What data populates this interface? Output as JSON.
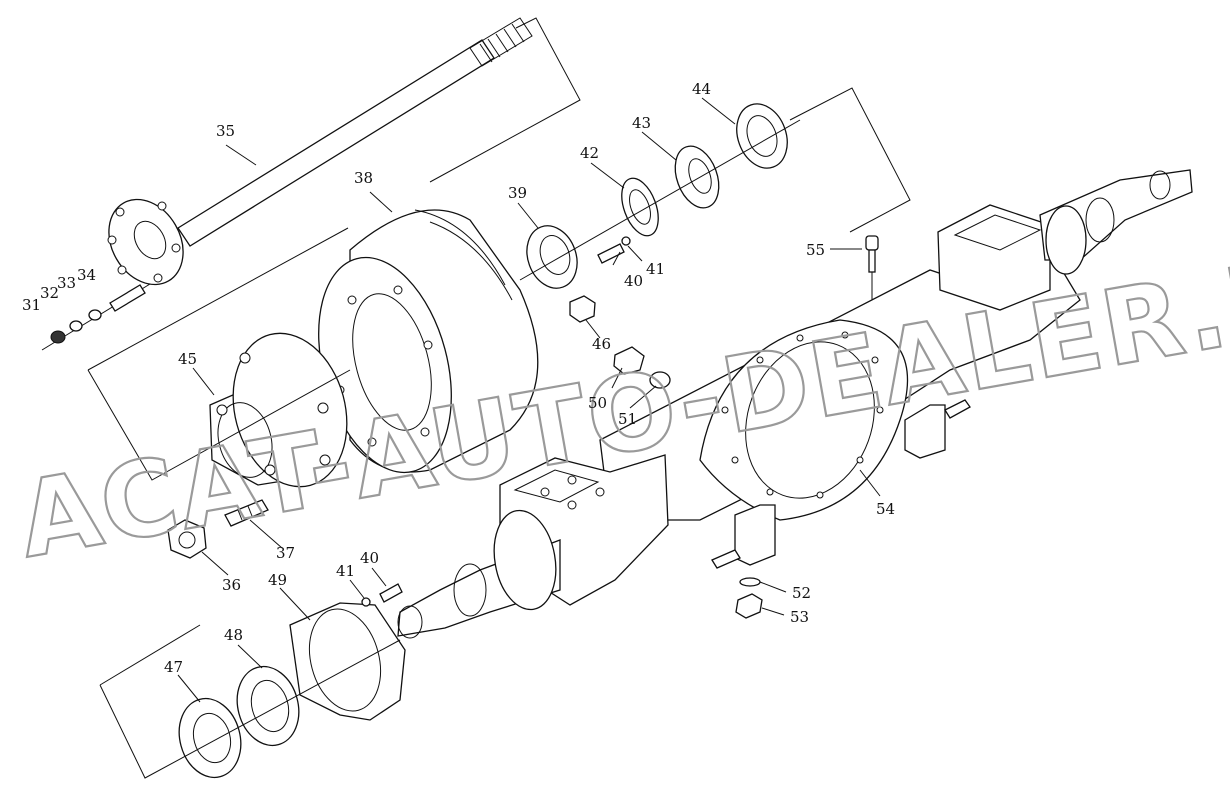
{
  "watermark": "ACAT-AUTO-DEALER.RU",
  "callouts": {
    "c31": "31",
    "c32": "32",
    "c33": "33",
    "c34": "34",
    "c35": "35",
    "c36": "36",
    "c37": "37",
    "c38": "38",
    "c39": "39",
    "c40a": "40",
    "c40b": "40",
    "c41a": "41",
    "c41b": "41",
    "c42": "42",
    "c43": "43",
    "c44": "44",
    "c45": "45",
    "c46": "46",
    "c47": "47",
    "c48": "48",
    "c49": "49",
    "c50": "50",
    "c51": "51",
    "c52": "52",
    "c53": "53",
    "c54": "54",
    "c55": "55"
  },
  "colors": {
    "line": "#111111",
    "watermark": "#9a9a9a",
    "background": "#ffffff"
  }
}
